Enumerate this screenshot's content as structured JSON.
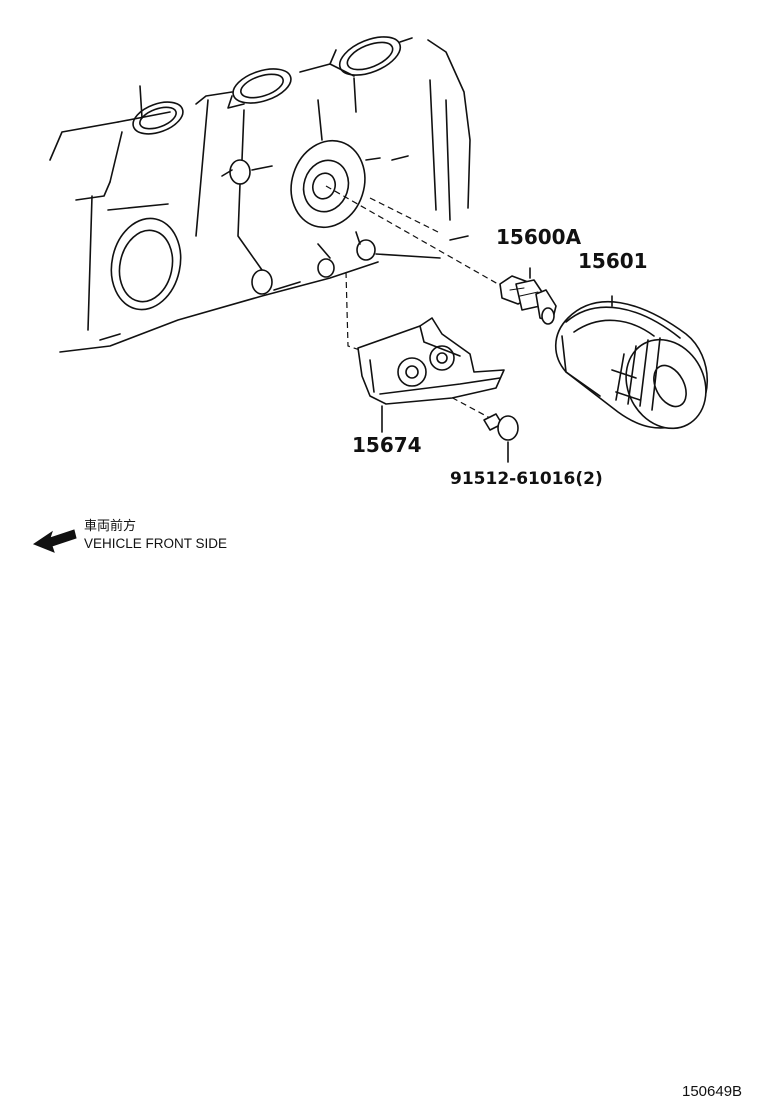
{
  "diagram": {
    "parts": [
      {
        "id": "oil-pressure-switch",
        "label": "15600A"
      },
      {
        "id": "oil-filter",
        "label": "15601"
      },
      {
        "id": "bracket",
        "label": "15674"
      },
      {
        "id": "bolt",
        "label": "91512-61016(2)"
      }
    ],
    "legend": {
      "japanese": "車両前方",
      "english": "VEHICLE FRONT SIDE",
      "arrow_icon": "arrow-left-icon"
    },
    "figure_id": "150649B"
  }
}
